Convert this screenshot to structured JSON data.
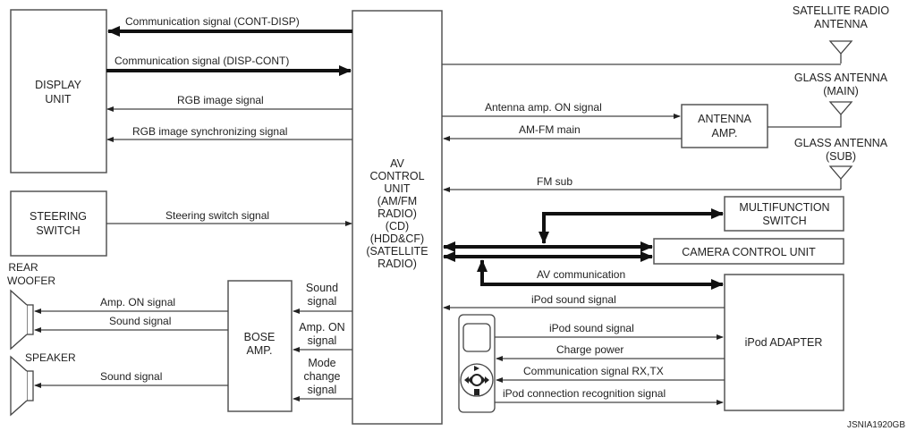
{
  "blocks": {
    "display_unit": [
      "DISPLAY",
      "UNIT"
    ],
    "steering_switch": [
      "STEERING",
      "SWITCH"
    ],
    "av_control_unit": [
      "AV",
      "CONTROL",
      "UNIT",
      "(AM/FM",
      "RADIO)",
      "(CD)",
      "(HDD&CF)",
      "(SATELLITE",
      "RADIO)"
    ],
    "bose_amp": [
      "BOSE",
      "AMP."
    ],
    "antenna_amp": [
      "ANTENNA",
      "AMP."
    ],
    "multifunction_switch": [
      "MULTIFUNCTION",
      "SWITCH"
    ],
    "camera_control_unit": "CAMERA CONTROL UNIT",
    "ipod_adapter": "iPod ADAPTER",
    "rear_woofer": [
      "REAR",
      "WOOFER"
    ],
    "speaker": "SPEAKER",
    "satellite_radio_antenna": [
      "SATELLITE RADIO",
      "ANTENNA"
    ],
    "glass_antenna_main": [
      "GLASS ANTENNA",
      "(MAIN)"
    ],
    "glass_antenna_sub": [
      "GLASS ANTENNA",
      "(SUB)"
    ]
  },
  "signals": {
    "cont_disp": "Communication signal (CONT-DISP)",
    "disp_cont": "Communication signal (DISP-CONT)",
    "rgb_image": "RGB image signal",
    "rgb_sync": "RGB image synchronizing signal",
    "steering": "Steering switch signal",
    "antenna_amp_on": "Antenna amp. ON signal",
    "am_fm_main": "AM-FM main",
    "fm_sub": "FM sub",
    "av_communication": "AV communication",
    "ipod_sound_av": "iPod sound signal",
    "ipod_sound": "iPod sound signal",
    "charge_power": "Charge power",
    "comm_rx_tx": "Communication signal RX,TX",
    "ipod_connection": "iPod connection recognition signal",
    "woofer_amp_on": "Amp. ON signal",
    "woofer_sound": "Sound signal",
    "speaker_sound": "Sound signal",
    "bose_sound": [
      "Sound",
      "signal"
    ],
    "bose_amp_on": [
      "Amp. ON",
      "signal"
    ],
    "bose_mode": [
      "Mode",
      "change",
      "signal"
    ]
  },
  "reference_code": "JSNIA1920GB"
}
